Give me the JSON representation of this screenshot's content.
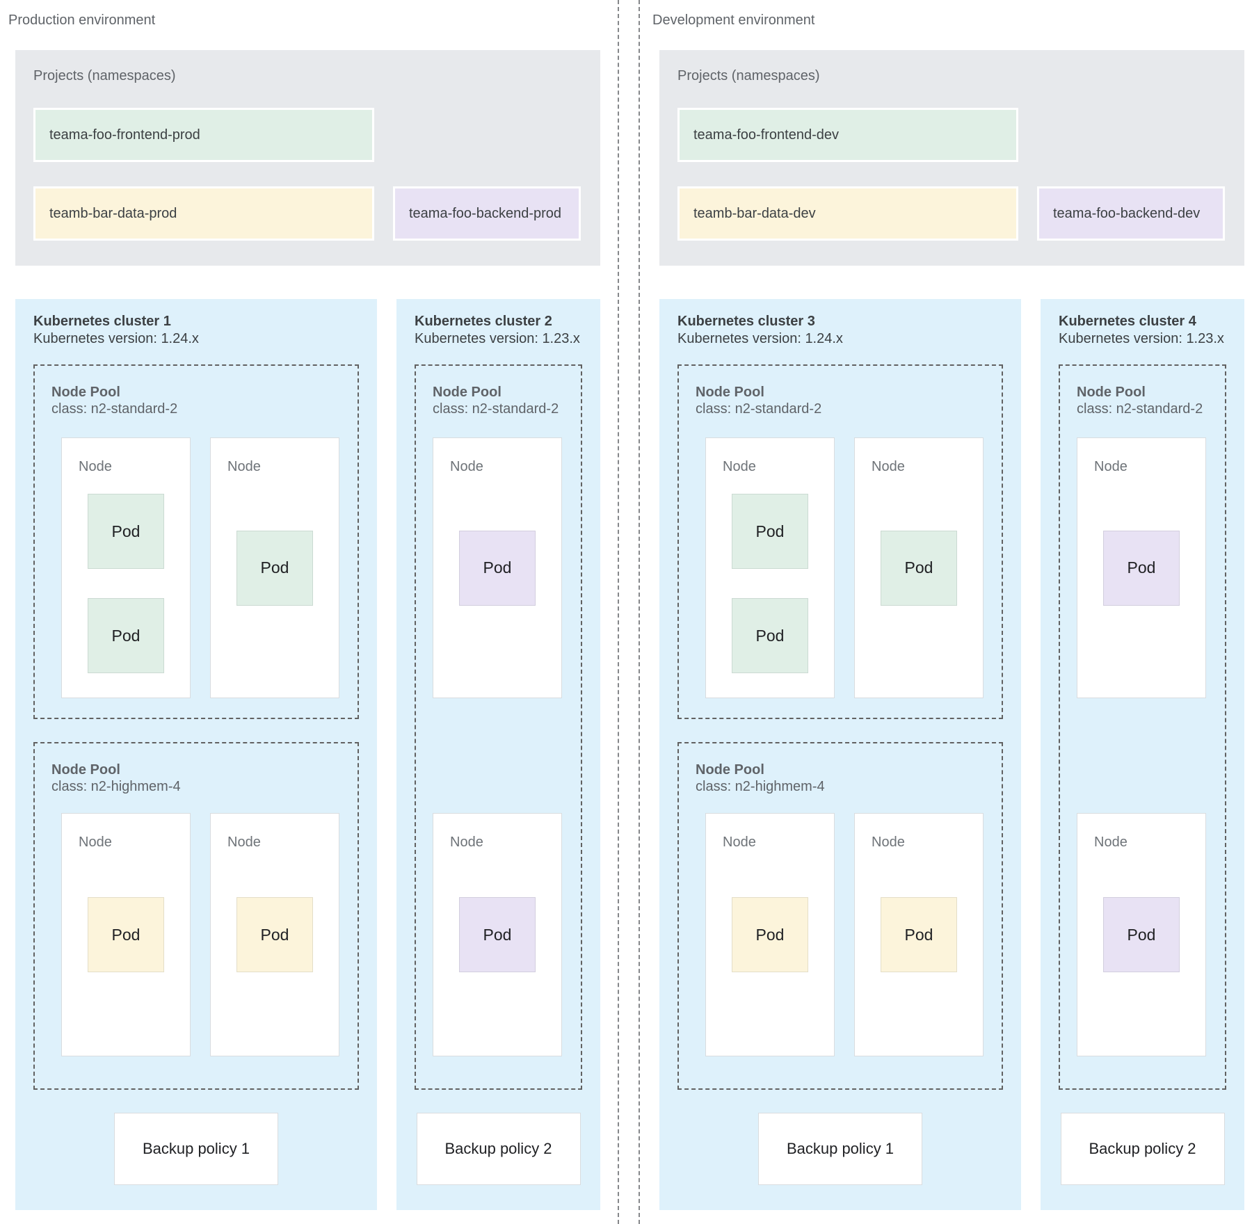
{
  "palette": {
    "cluster_background": "#def1fb",
    "projects_background": "#e7e9ec",
    "green": "#e0efe6",
    "yellow": "#fcf4db",
    "purple": "#e8e2f4",
    "node_background": "#ffffff"
  },
  "environments": [
    {
      "label": "Production environment",
      "projects": {
        "title": "Projects (namespaces)",
        "namespaces": [
          {
            "label": "teama-foo-frontend-prod",
            "color": "green"
          },
          {
            "label": "teamb-bar-data-prod",
            "color": "yellow"
          },
          {
            "label": "teama-foo-backend-prod",
            "color": "purple"
          }
        ]
      },
      "clusters": [
        {
          "title": "Kubernetes cluster 1",
          "version_label": "Kubernetes version: 1.24.x",
          "node_pools": [
            {
              "title": "Node Pool",
              "class_label": "class: n2-standard-2",
              "nodes": [
                {
                  "label": "Node",
                  "pods": [
                    {
                      "label": "Pod",
                      "color": "green"
                    },
                    {
                      "label": "Pod",
                      "color": "green"
                    }
                  ]
                },
                {
                  "label": "Node",
                  "pods": [
                    {
                      "label": "Pod",
                      "color": "green"
                    }
                  ]
                }
              ]
            },
            {
              "title": "Node Pool",
              "class_label": "class: n2-highmem-4",
              "nodes": [
                {
                  "label": "Node",
                  "pods": [
                    {
                      "label": "Pod",
                      "color": "yellow"
                    }
                  ]
                },
                {
                  "label": "Node",
                  "pods": [
                    {
                      "label": "Pod",
                      "color": "yellow"
                    }
                  ]
                }
              ]
            }
          ],
          "backup_policy_label": "Backup policy 1"
        },
        {
          "title": "Kubernetes cluster 2",
          "version_label": "Kubernetes version: 1.23.x",
          "node_pools": [
            {
              "title": "Node Pool",
              "class_label": "class: n2-standard-2",
              "nodes": [
                {
                  "label": "Node",
                  "pods": [
                    {
                      "label": "Pod",
                      "color": "purple"
                    }
                  ]
                },
                {
                  "label": "Node",
                  "pods": [
                    {
                      "label": "Pod",
                      "color": "purple"
                    }
                  ]
                }
              ]
            }
          ],
          "backup_policy_label": "Backup policy 2"
        }
      ]
    },
    {
      "label": "Development environment",
      "projects": {
        "title": "Projects (namespaces)",
        "namespaces": [
          {
            "label": "teama-foo-frontend-dev",
            "color": "green"
          },
          {
            "label": "teamb-bar-data-dev",
            "color": "yellow"
          },
          {
            "label": "teama-foo-backend-dev",
            "color": "purple"
          }
        ]
      },
      "clusters": [
        {
          "title": "Kubernetes cluster 3",
          "version_label": "Kubernetes version: 1.24.x",
          "node_pools": [
            {
              "title": "Node Pool",
              "class_label": "class: n2-standard-2",
              "nodes": [
                {
                  "label": "Node",
                  "pods": [
                    {
                      "label": "Pod",
                      "color": "green"
                    },
                    {
                      "label": "Pod",
                      "color": "green"
                    }
                  ]
                },
                {
                  "label": "Node",
                  "pods": [
                    {
                      "label": "Pod",
                      "color": "green"
                    }
                  ]
                }
              ]
            },
            {
              "title": "Node Pool",
              "class_label": "class: n2-highmem-4",
              "nodes": [
                {
                  "label": "Node",
                  "pods": [
                    {
                      "label": "Pod",
                      "color": "yellow"
                    }
                  ]
                },
                {
                  "label": "Node",
                  "pods": [
                    {
                      "label": "Pod",
                      "color": "yellow"
                    }
                  ]
                }
              ]
            }
          ],
          "backup_policy_label": "Backup policy 1"
        },
        {
          "title": "Kubernetes cluster 4",
          "version_label": "Kubernetes version: 1.23.x",
          "node_pools": [
            {
              "title": "Node Pool",
              "class_label": "class: n2-standard-2",
              "nodes": [
                {
                  "label": "Node",
                  "pods": [
                    {
                      "label": "Pod",
                      "color": "purple"
                    }
                  ]
                },
                {
                  "label": "Node",
                  "pods": [
                    {
                      "label": "Pod",
                      "color": "purple"
                    }
                  ]
                }
              ]
            }
          ],
          "backup_policy_label": "Backup policy 2"
        }
      ]
    }
  ]
}
